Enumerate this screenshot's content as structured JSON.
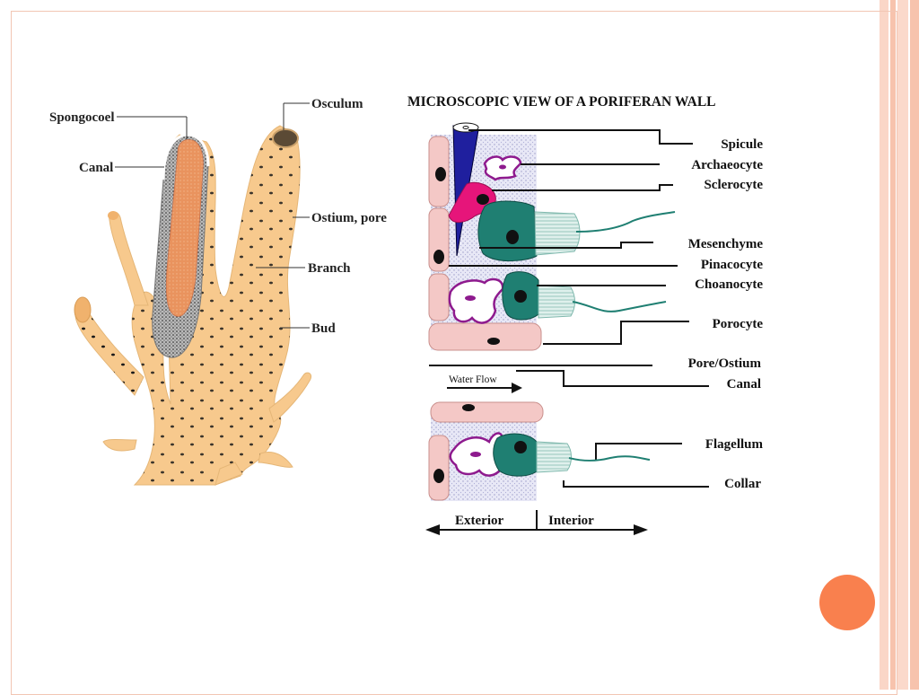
{
  "slide": {
    "accent_color": "#f9804e",
    "stripe_color": "#f7c3ad",
    "frame_color": "#f2c6b3"
  },
  "sponge": {
    "labels": {
      "spongocoel": "Spongocoel",
      "canal": "Canal",
      "osculum": "Osculum",
      "ostium": "Ostium, pore",
      "branch": "Branch",
      "bud": "Bud"
    },
    "colors": {
      "body": "#f7c98d",
      "cavity": "#e9935e"
    }
  },
  "wall": {
    "title": "MICROSCOPIC VIEW OF A PORIFERAN WALL",
    "labels": {
      "spicule": "Spicule",
      "archaeocyte": "Archaeocyte",
      "sclerocyte": "Sclerocyte",
      "mesenchyme": "Mesenchyme",
      "pinacocyte": "Pinacocyte",
      "choanocyte": "Choanocyte",
      "porocyte": "Porocyte",
      "pore_ostium": "Pore/Ostium",
      "canal": "Canal",
      "flagellum": "Flagellum",
      "collar": "Collar",
      "water_flow": "Water Flow",
      "exterior": "Exterior",
      "interior": "Interior"
    },
    "colors": {
      "spicule": "#1f1f9e",
      "sclerocyte": "#e6157a",
      "choanocyte": "#1f7f72",
      "archaeocyte": "#8e1a8e",
      "pinacocyte": "#f4c8c6",
      "mesenchyme": "#dcdcf0"
    }
  }
}
